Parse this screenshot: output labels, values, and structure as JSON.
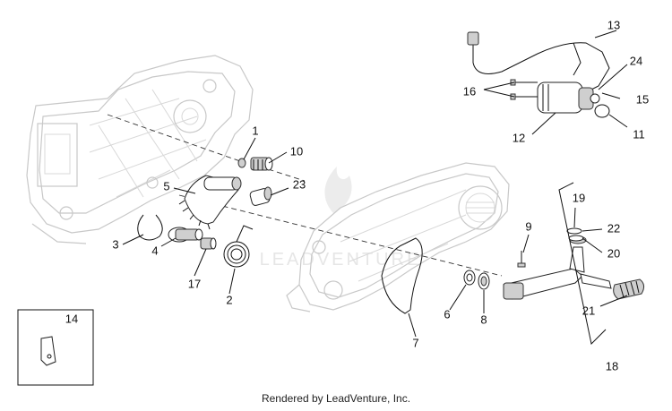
{
  "footer_text": "Rendered by LeadVenture, Inc.",
  "watermark": "LEADVENTURE",
  "callouts": [
    {
      "id": "c1",
      "text": "1"
    },
    {
      "id": "c2",
      "text": "2"
    },
    {
      "id": "c3",
      "text": "3"
    },
    {
      "id": "c4",
      "text": "4"
    },
    {
      "id": "c5",
      "text": "5"
    },
    {
      "id": "c6",
      "text": "6"
    },
    {
      "id": "c7",
      "text": "7"
    },
    {
      "id": "c8",
      "text": "8"
    },
    {
      "id": "c9",
      "text": "9"
    },
    {
      "id": "c10",
      "text": "10"
    },
    {
      "id": "c11",
      "text": "11"
    },
    {
      "id": "c12",
      "text": "12"
    },
    {
      "id": "c13",
      "text": "13"
    },
    {
      "id": "c14",
      "text": "14"
    },
    {
      "id": "c15",
      "text": "15"
    },
    {
      "id": "c16",
      "text": "16"
    },
    {
      "id": "c17",
      "text": "17"
    },
    {
      "id": "c18",
      "text": "18"
    },
    {
      "id": "c19",
      "text": "19"
    },
    {
      "id": "c20",
      "text": "20"
    },
    {
      "id": "c21",
      "text": "21"
    },
    {
      "id": "c22",
      "text": "22"
    },
    {
      "id": "c23",
      "text": "23"
    },
    {
      "id": "c24",
      "text": "24"
    }
  ]
}
